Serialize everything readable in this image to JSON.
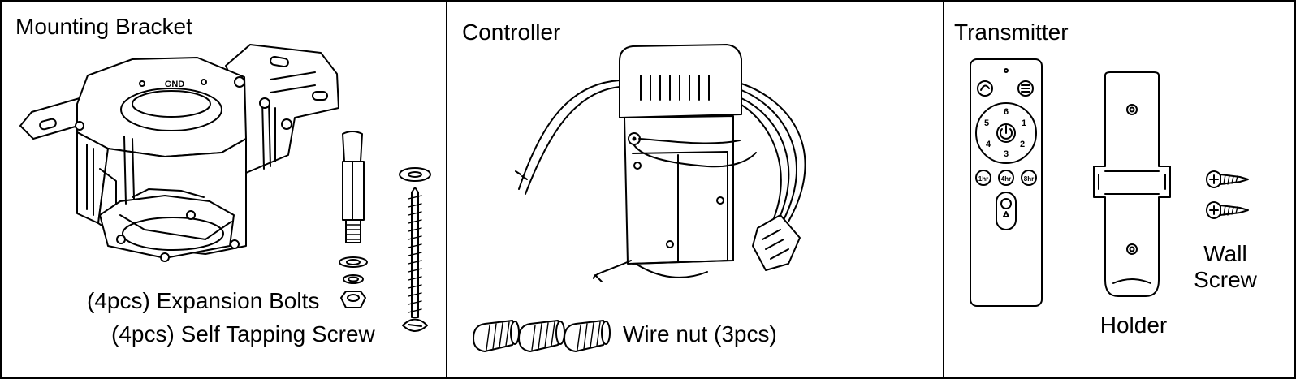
{
  "panels": {
    "mounting_bracket": {
      "title": "Mounting Bracket",
      "expansion_bolts_label": "(4pcs) Expansion Bolts",
      "self_tapping_screw_label": "(4pcs) Self Tapping Screw",
      "bracket_marking": "GND"
    },
    "controller": {
      "title": "Controller",
      "wire_nut_label": "Wire nut (3pcs)"
    },
    "transmitter": {
      "title": "Transmitter",
      "holder_label": "Holder",
      "wall_screw_label_line1": "Wall",
      "wall_screw_label_line2": "Screw",
      "remote_buttons": {
        "speed_1": "1",
        "speed_2": "2",
        "speed_3": "3",
        "speed_4": "4",
        "speed_5": "5",
        "speed_6": "6",
        "timer_1": "1hr",
        "timer_4": "4hr",
        "timer_8": "8hr"
      }
    }
  },
  "colors": {
    "ink": "#000000",
    "paper": "#ffffff"
  },
  "icons": [
    "mounting-bracket-drawing",
    "expansion-bolt-drawing",
    "self-tapping-screw-drawing",
    "controller-drawing",
    "wire-nut-drawing",
    "remote-transmitter-drawing",
    "holder-drawing",
    "wall-screw-drawing"
  ]
}
